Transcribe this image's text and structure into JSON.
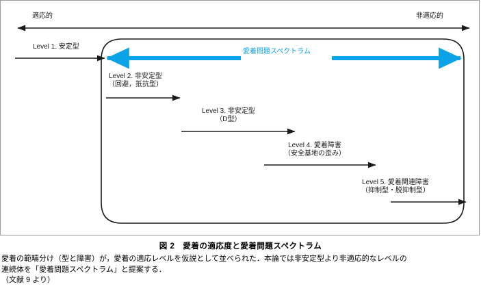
{
  "figure": {
    "axis": {
      "left_label": "適応的",
      "right_label": "非適応的"
    },
    "spectrum_label": "愛着問題スペクトラム",
    "spectrum_color": "#0ba3e8",
    "levels": [
      {
        "line1": "Level 1. 安定型",
        "line2": ""
      },
      {
        "line1": "Level 2. 非安定型",
        "line2": "（回避，抵抗型）"
      },
      {
        "line1": "Level 3. 非安定型",
        "line2": "（D型）"
      },
      {
        "line1": "Level 4. 愛着障害",
        "line2": "（安全基地の歪み）"
      },
      {
        "line1": "Level 5. 愛着関連障害",
        "line2": "（抑制型・脱抑制型）"
      }
    ]
  },
  "caption": {
    "title": "図 2　愛着の適応度と愛着問題スペクトラム",
    "line1": "愛着の範疇分け（型と障害）が，愛着の適応レベルを仮説として並べられた．本論では非安定型より非適応的なレベルの",
    "line2": "連続体を「愛着問題スペクトラム」と提案する．",
    "line3": "（文献 9 より）"
  }
}
